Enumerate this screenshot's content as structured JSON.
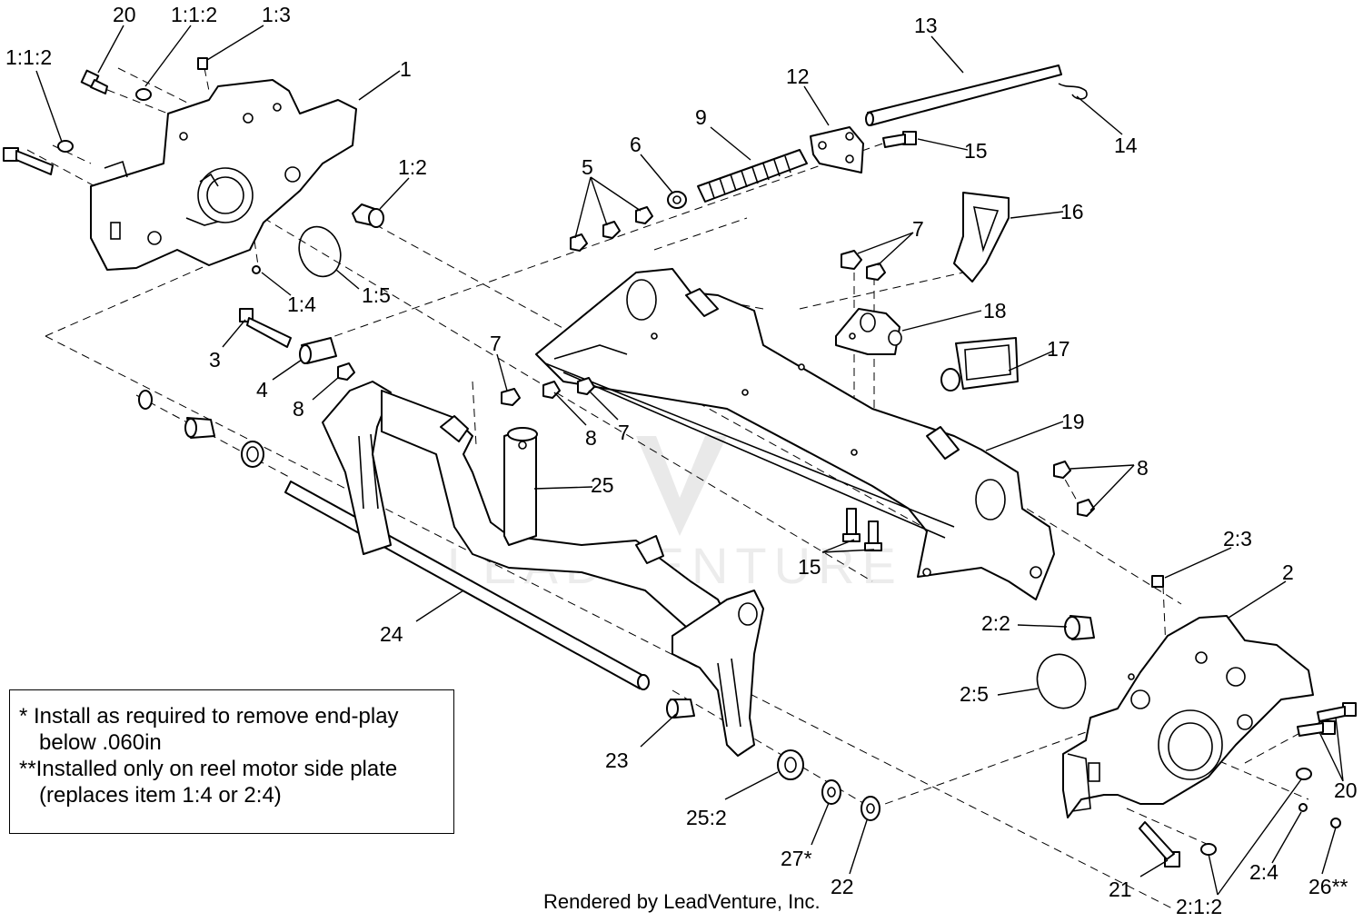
{
  "diagram": {
    "watermark": "LEADVENTURE",
    "callouts": [
      {
        "id": "20",
        "label": "20"
      },
      {
        "id": "1-1-2-top",
        "label": "1:1:2"
      },
      {
        "id": "1-3",
        "label": "1:3"
      },
      {
        "id": "1-1-2-left",
        "label": "1:1:2"
      },
      {
        "id": "1",
        "label": "1"
      },
      {
        "id": "1-2",
        "label": "1:2"
      },
      {
        "id": "1-4",
        "label": "1:4"
      },
      {
        "id": "1-5",
        "label": "1:5"
      },
      {
        "id": "13",
        "label": "13"
      },
      {
        "id": "12",
        "label": "12"
      },
      {
        "id": "9",
        "label": "9"
      },
      {
        "id": "6",
        "label": "6"
      },
      {
        "id": "5",
        "label": "5"
      },
      {
        "id": "15-top",
        "label": "15"
      },
      {
        "id": "14",
        "label": "14"
      },
      {
        "id": "16",
        "label": "16"
      },
      {
        "id": "7-top",
        "label": "7"
      },
      {
        "id": "18",
        "label": "18"
      },
      {
        "id": "17",
        "label": "17"
      },
      {
        "id": "19",
        "label": "19"
      },
      {
        "id": "3",
        "label": "3"
      },
      {
        "id": "4",
        "label": "4"
      },
      {
        "id": "8-left",
        "label": "8"
      },
      {
        "id": "7-mid",
        "label": "7"
      },
      {
        "id": "8-mid",
        "label": "8"
      },
      {
        "id": "7-mid2",
        "label": "7"
      },
      {
        "id": "25",
        "label": "25"
      },
      {
        "id": "8-right",
        "label": "8"
      },
      {
        "id": "15-bottom",
        "label": "15"
      },
      {
        "id": "24",
        "label": "24"
      },
      {
        "id": "2-3",
        "label": "2:3"
      },
      {
        "id": "2",
        "label": "2"
      },
      {
        "id": "2-2",
        "label": "2:2"
      },
      {
        "id": "2-5",
        "label": "2:5"
      },
      {
        "id": "20-right",
        "label": "20"
      },
      {
        "id": "23",
        "label": "23"
      },
      {
        "id": "25-2",
        "label": "25:2"
      },
      {
        "id": "27",
        "label": "27*"
      },
      {
        "id": "22",
        "label": "22"
      },
      {
        "id": "21",
        "label": "21"
      },
      {
        "id": "2-4",
        "label": "2:4"
      },
      {
        "id": "26",
        "label": "26**"
      },
      {
        "id": "2-1-2",
        "label": "2:1:2"
      }
    ]
  },
  "notes": {
    "line1": "* Install as required to remove end-play",
    "line2": "below .060in",
    "line3": "**Installed only on reel motor side plate",
    "line4": "(replaces item 1:4 or 2:4)"
  },
  "credit": "Rendered by LeadVenture, Inc."
}
